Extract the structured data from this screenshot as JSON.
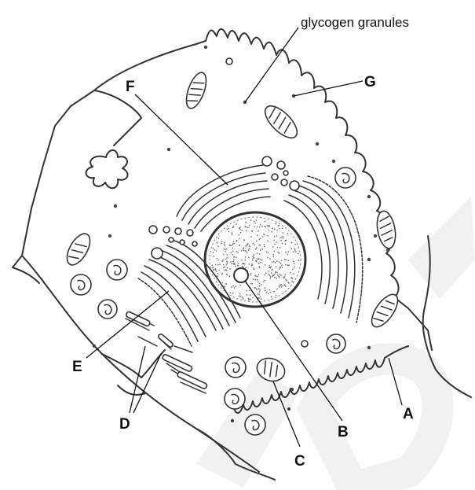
{
  "labels": {
    "glycogen": "glycogen granules",
    "A": "A",
    "B": "B",
    "C": "C",
    "D": "D",
    "E": "E",
    "F": "F",
    "G": "G"
  },
  "colors": {
    "outline": "#333333",
    "text": "#111111",
    "watermark": "#f0f0f0"
  }
}
